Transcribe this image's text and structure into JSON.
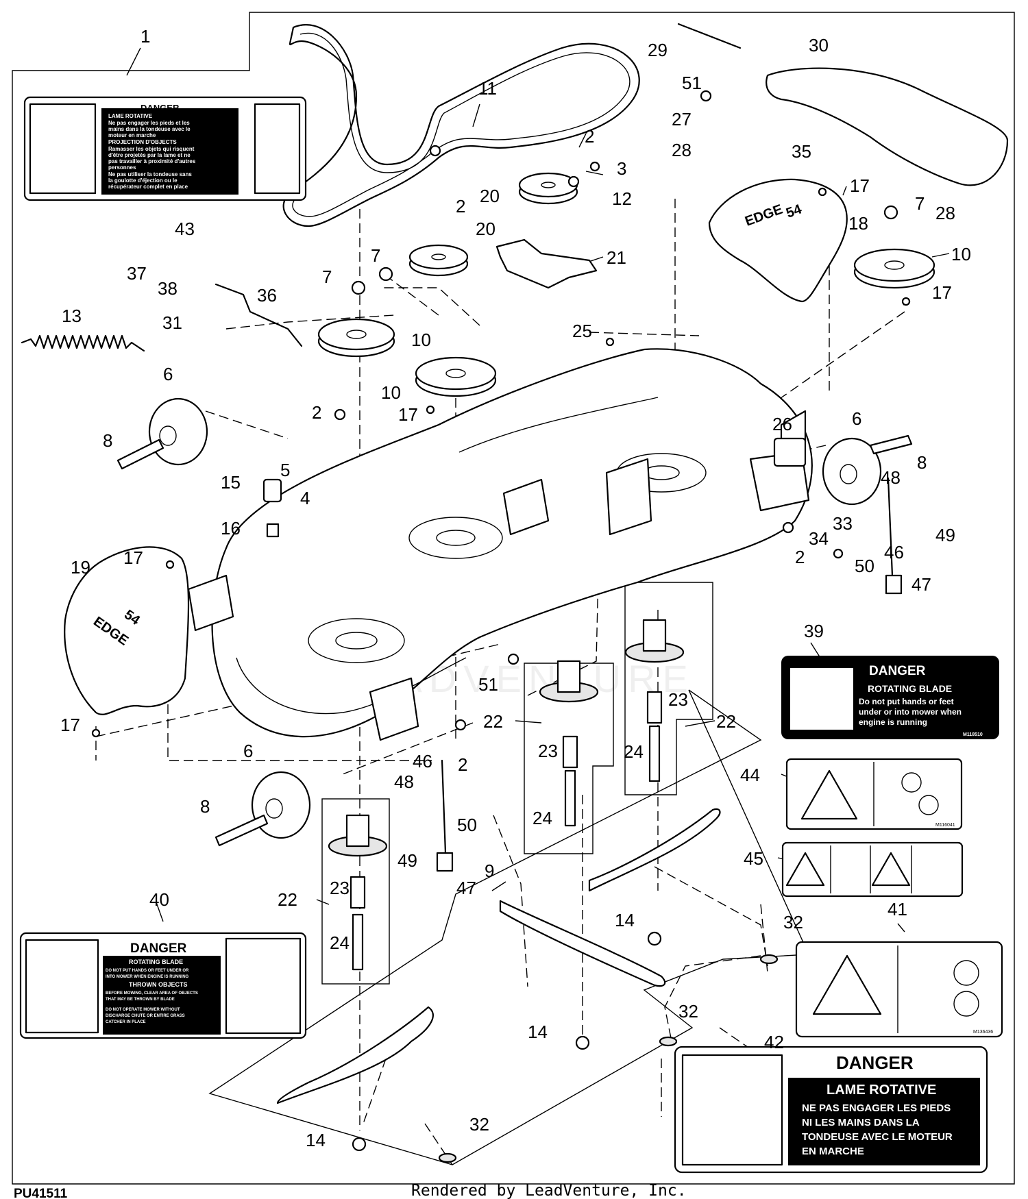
{
  "diagram_id": "PU41511",
  "footer": "Rendered by LeadVenture, Inc.",
  "watermark": "LEADVENTURE",
  "parts": [
    "1",
    "2",
    "3",
    "4",
    "5",
    "6",
    "7",
    "8",
    "9",
    "10",
    "11",
    "12",
    "13",
    "14",
    "15",
    "16",
    "17",
    "18",
    "19",
    "20",
    "21",
    "22",
    "23",
    "24",
    "25",
    "26",
    "27",
    "28",
    "29",
    "30",
    "31",
    "32",
    "33",
    "34",
    "35",
    "36",
    "37",
    "38",
    "39",
    "40",
    "41",
    "42",
    "43",
    "44",
    "45",
    "46",
    "47",
    "48",
    "49",
    "50",
    "51"
  ],
  "decals": {
    "d43": {
      "title": "DANGER",
      "lines": [
        "LAME ROTATIVE",
        "Ne pas engager les pieds et les",
        "mains dans la tondeuse avec le",
        "moteur en marche",
        "PROJECTION D'OBJECTS",
        "Ramasser les objets qui risquent",
        "d'être projetés par la lame et ne",
        "pas travailler à proximité d'autres",
        "personnes",
        "Ne pas utiliser la tondeuse sans",
        "la goulotte d'éjection ou le",
        "récupérateur complet en place"
      ]
    },
    "d39": {
      "title": "DANGER",
      "lines": [
        "ROTATING BLADE",
        "Do not put hands or feet",
        "under or into mower when",
        "engine is running"
      ],
      "code": "M118510"
    },
    "d44": {
      "code": "M116041"
    },
    "d40": {
      "title": "DANGER",
      "lines": [
        "ROTATING BLADE",
        "DO NOT PUT HANDS OR FEET UNDER OR",
        "INTO MOWER WHEN ENGINE IS RUNNING",
        "THROWN OBJECTS",
        "BEFORE MOWING, CLEAR AREA OF OBJECTS",
        "THAT MAY BE THROWN BY BLADE",
        "DO NOT OPERATE MOWER WITHOUT",
        "DISCHARGE CHUTE OR ENTIRE GRASS",
        "CATCHER IN PLACE"
      ]
    },
    "d41": {
      "code": "M136436"
    },
    "d42": {
      "title": "DANGER",
      "lines": [
        "LAME ROTATIVE",
        "NE PAS ENGAGER LES PIEDS",
        "NI LES MAINS DANS LA",
        "TONDEUSE AVEC LE MOTEUR",
        "EN MARCHE"
      ]
    },
    "cover_logo": "EDGE",
    "cover_size": "54"
  },
  "colors": {
    "ink": "#000000",
    "paper": "#ffffff",
    "fill": "#e6e6e6"
  }
}
